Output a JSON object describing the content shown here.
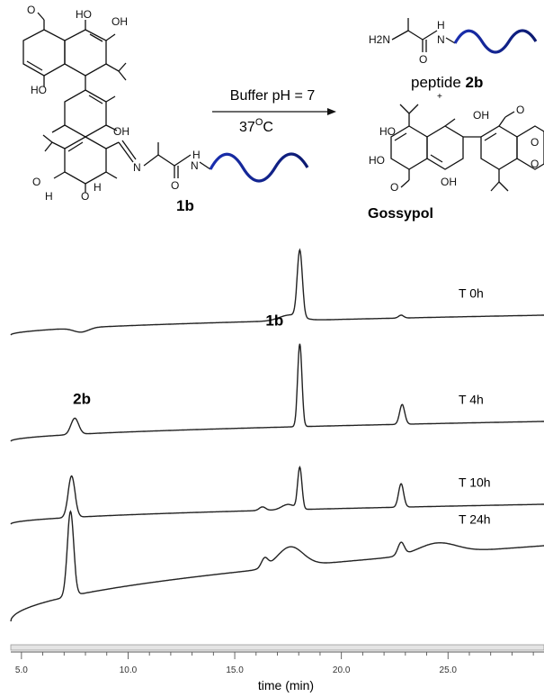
{
  "scheme": {
    "reactant_label": "1b",
    "product_peptide_prefix": "peptide ",
    "product_peptide_label": "2b",
    "plus_sign": "+",
    "product_gossypol_label": "Gossypol",
    "condition_top": "Buffer pH = 7",
    "condition_bottom_base": "37",
    "condition_bottom_sup": "O",
    "condition_bottom_unit": "C",
    "atoms": {
      "ho": "HO",
      "oh": "OH",
      "h2n": "H2N",
      "h": "H",
      "n": "N",
      "o": "O"
    },
    "colors": {
      "peptide_wave": "#1a2fb0",
      "peptide_wave_dark": "#0c1a70"
    }
  },
  "chart_data": {
    "type": "line",
    "title": "",
    "xlabel": "time (min)",
    "ylabel": "",
    "xlim": [
      4.5,
      29.5
    ],
    "x_ticks": [
      5.0,
      10.0,
      15.0,
      20.0,
      25.0
    ],
    "x_tick_labels": [
      "5.0",
      "10.0",
      "15.0",
      "20.0",
      "25.0"
    ],
    "grid": false,
    "legend": "none",
    "stacked_traces": true,
    "series": [
      {
        "name": "T 0h",
        "baseline_start": 0.0,
        "baseline_end": 0.55,
        "peaks": [
          {
            "x": 7.8,
            "height": -0.12,
            "width": 0.35
          },
          {
            "x": 17.6,
            "height": 0.16,
            "width": 0.5
          },
          {
            "x": 18.05,
            "height": 1.85,
            "width": 0.12
          },
          {
            "x": 22.8,
            "height": 0.08,
            "width": 0.12
          }
        ]
      },
      {
        "name": "T 4h",
        "baseline_start": 0.0,
        "baseline_end": 0.55,
        "peaks": [
          {
            "x": 7.5,
            "height": 0.45,
            "width": 0.18
          },
          {
            "x": 18.05,
            "height": 2.3,
            "width": 0.1
          },
          {
            "x": 22.85,
            "height": 0.55,
            "width": 0.12
          }
        ]
      },
      {
        "name": "T 10h",
        "baseline_start": 0.0,
        "baseline_end": 0.55,
        "peaks": [
          {
            "x": 7.35,
            "height": 1.15,
            "width": 0.16
          },
          {
            "x": 16.3,
            "height": 0.1,
            "width": 0.15
          },
          {
            "x": 17.5,
            "height": 0.15,
            "width": 0.3
          },
          {
            "x": 18.05,
            "height": 1.15,
            "width": 0.1
          },
          {
            "x": 22.8,
            "height": 0.65,
            "width": 0.12
          }
        ]
      },
      {
        "name": "T 24h",
        "baseline_start": 0.0,
        "baseline_end": 2.1,
        "peaks": [
          {
            "x": 7.3,
            "height": 2.35,
            "width": 0.15
          },
          {
            "x": 16.4,
            "height": 0.25,
            "width": 0.15
          },
          {
            "x": 17.6,
            "height": 0.55,
            "width": 0.6
          },
          {
            "x": 22.8,
            "height": 0.35,
            "width": 0.15
          },
          {
            "x": 24.5,
            "height": 0.3,
            "width": 0.9
          }
        ]
      }
    ],
    "annotations": [
      {
        "text": "1b",
        "series": "T 0h",
        "x": 18.05
      },
      {
        "text": "2b",
        "series": "T 4h",
        "x": 7.5
      }
    ]
  }
}
